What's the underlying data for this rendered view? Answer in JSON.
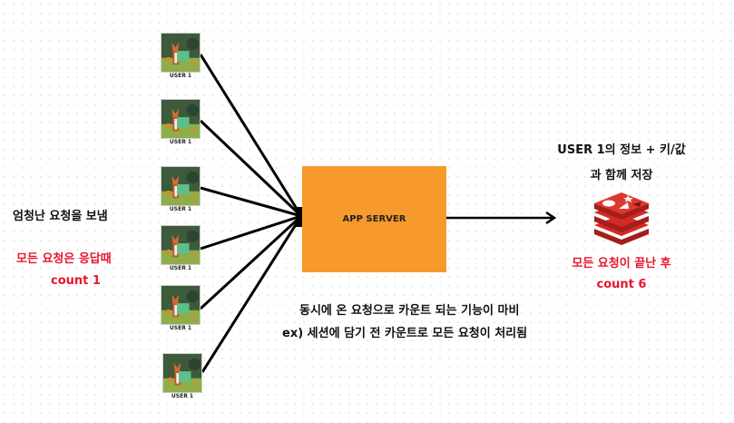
{
  "users": [
    {
      "label": "USER 1"
    },
    {
      "label": "USER 1"
    },
    {
      "label": "USER 1"
    },
    {
      "label": "USER 1"
    },
    {
      "label": "USER 1"
    },
    {
      "label": "USER 1"
    }
  ],
  "server": {
    "label": "APP SERVER",
    "color": "#f7992d"
  },
  "left_notes": {
    "line1": "엄청난 요청을 보냄",
    "red_line1": "모든 요청은 응답때",
    "red_line2": "count 1"
  },
  "store_note": {
    "line1": "USER 1의 정보 + 키/값",
    "line2": "과 함께 저장"
  },
  "redis": {
    "icon": "redis-icon",
    "red_line1": "모든 요청이 끝난 후",
    "red_line2": "count 6"
  },
  "bottom_note": {
    "line1": "동시에 온 요청으로 카운트 되는 기능이 마비",
    "line2": "ex) 세션에 담기 전 카운트로 모든 요청이 처리됨"
  },
  "colors": {
    "accent_red": "#e8162c",
    "redis": "#d42a26"
  }
}
